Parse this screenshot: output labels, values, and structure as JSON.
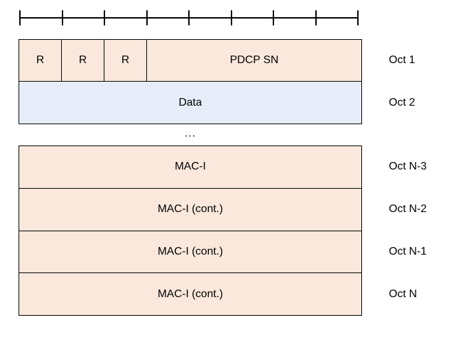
{
  "colors": {
    "field_fill": "#FAE8DC",
    "data_fill": "#E6EDF8",
    "border": "#000000",
    "background": "#FFFFFF",
    "text": "#000000"
  },
  "ruler": {
    "segments": 8
  },
  "header_row": {
    "octet_label": "Oct 1",
    "cells": [
      {
        "label": "R"
      },
      {
        "label": "R"
      },
      {
        "label": "R"
      },
      {
        "label": "PDCP SN"
      }
    ]
  },
  "data_row": {
    "label": "Data",
    "octet_label": "Oct 2"
  },
  "ellipsis": "...",
  "maci_rows": [
    {
      "label": "MAC-I",
      "octet_label": "Oct N-3"
    },
    {
      "label": "MAC-I (cont.)",
      "octet_label": "Oct N-2"
    },
    {
      "label": "MAC-I (cont.)",
      "octet_label": "Oct N-1"
    },
    {
      "label": "MAC-I (cont.)",
      "octet_label": "Oct N"
    }
  ]
}
